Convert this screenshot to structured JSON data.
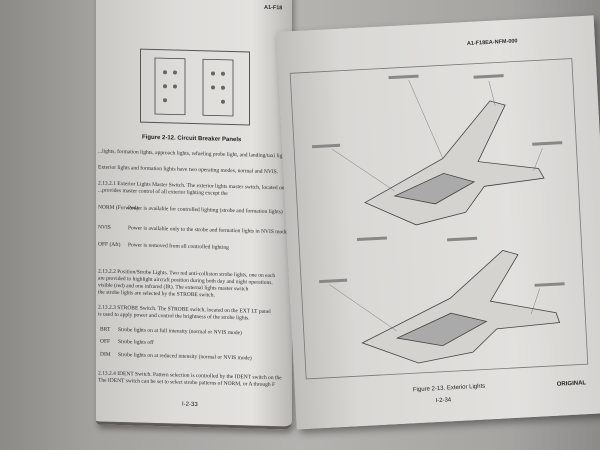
{
  "left_page": {
    "header": "A1-F18",
    "figure_caption": "Figure 2-12. Circuit Breaker Panels",
    "paragraphs": [
      "...lights, formation lights, approach lights, refueling probe light, and landing/taxi light.",
      "Exterior lights and formation lights have two operating modes, normal and NVIS.",
      "2.13.2.1 Exterior Lights Master Switch. The exterior lights master switch, located on the",
      "...provides master control of all exterior lighting except the"
    ],
    "master_switch_positions": [
      {
        "pos": "NORM (Forward)",
        "desc": "Power is available for controlled lighting (strobe and formation lights)"
      },
      {
        "pos": "NVIS",
        "desc": "Power is available only to the strobe and formation lights in NVIS mode."
      },
      {
        "pos": "OFF (Aft)",
        "desc": "Power is removed from all controlled lighting"
      }
    ],
    "strobe_para": [
      "2.13.2.2 Position/Strobe Lights. Two red anti-collision strobe lights, one on each",
      "are provided to highlight aircraft position during both day and night operations.",
      "visible (red) and one infrared (IR). The external lights master switch",
      "the strobe lights are selected by the STROBE switch."
    ],
    "strobe_switch_para": [
      "2.13.2.3 STROBE Switch. The STROBE switch, located on the EXT LT panel",
      "is used to apply power and control the brightness of the strobe lights."
    ],
    "strobe_positions": [
      {
        "pos": "BRT",
        "desc": "Strobe lights on at full intensity (normal or NVIS mode)"
      },
      {
        "pos": "OFF",
        "desc": "Strobe lights off"
      },
      {
        "pos": "DIM",
        "desc": "Strobe lights on at reduced intensity (normal or NVIS mode)"
      }
    ],
    "ident_para": [
      "2.13.2.4 IDENT Switch. Pattern selection is controlled by the IDENT switch on the",
      "The IDENT switch can be set to select strobe patterns of NORM, or A through F"
    ],
    "page_number": "I-2-33"
  },
  "right_page": {
    "header": "A1-F18EA-NFM-000",
    "figure_caption": "Figure 2-13. Exterior Lights",
    "page_number": "I-2-34",
    "footer_right": "ORIGINAL"
  }
}
